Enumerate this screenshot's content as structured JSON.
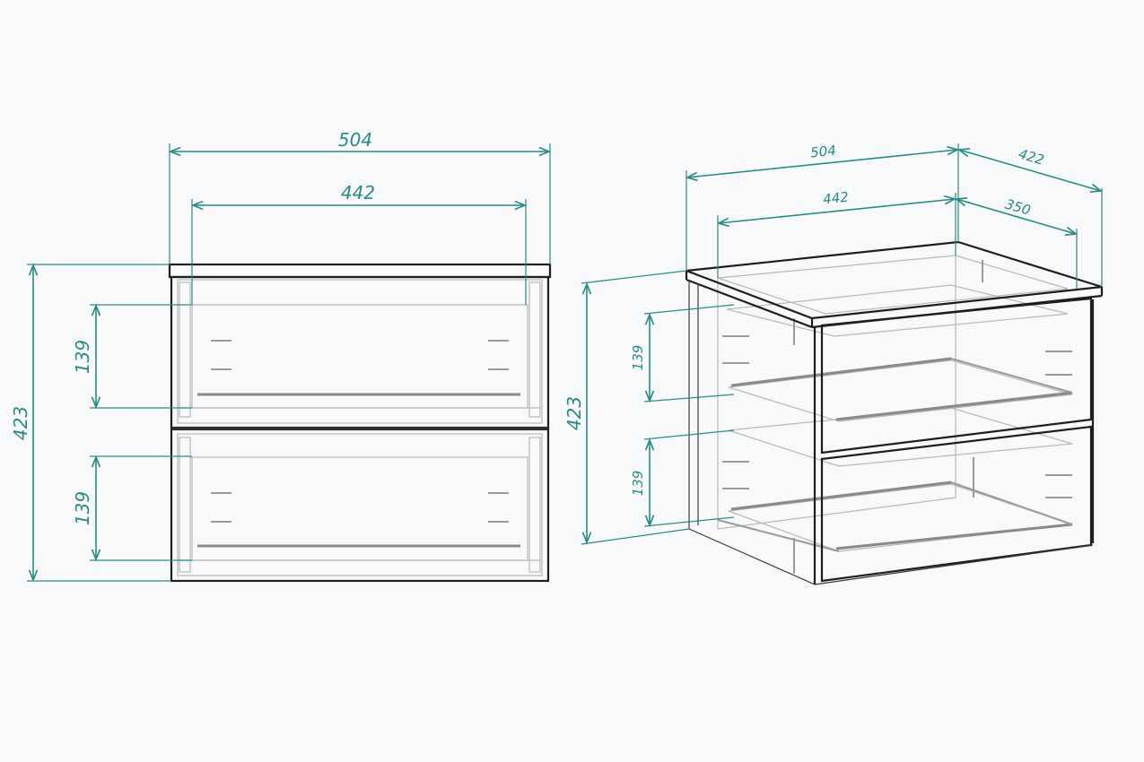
{
  "front_view": {
    "dims": {
      "overall_width": "504",
      "inner_width": "442",
      "overall_height": "423",
      "drawer_top_height": "139",
      "drawer_bottom_height": "139"
    }
  },
  "iso_view": {
    "dims": {
      "overall_width": "504",
      "inner_width": "442",
      "overall_depth": "422",
      "inner_depth": "350",
      "overall_height": "423",
      "drawer_top_height": "139",
      "drawer_bottom_height": "139"
    }
  },
  "colors": {
    "dimension": "#2a8a86",
    "outline": "#1e1e1e",
    "hidden_lines": "#b8b8b8",
    "background": "#f8f9fb"
  }
}
